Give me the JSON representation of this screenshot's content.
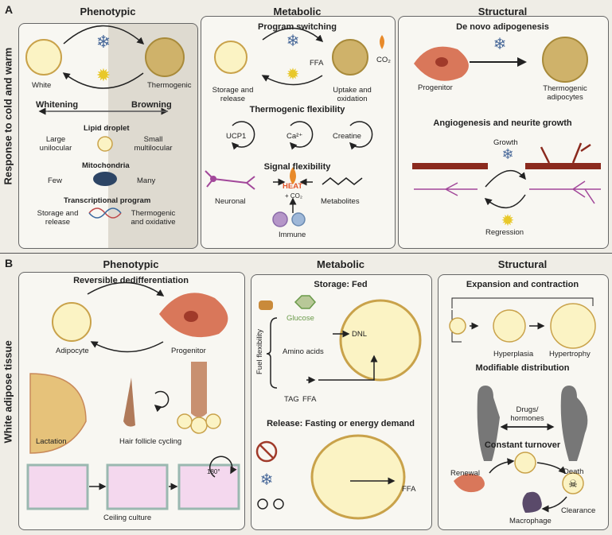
{
  "A": {
    "letter": "A",
    "side": "Response to cold and warm",
    "phenotypic": {
      "title": "Phenotypic",
      "white": "White",
      "thermogenic": "Thermogenic",
      "whitening": "Whitening",
      "browning": "Browning",
      "lipid": "Lipid droplet",
      "large": "Large unilocular",
      "small": "Small multilocular",
      "mito": "Mitochondria",
      "few": "Few",
      "many": "Many",
      "tx": "Transcriptional program",
      "storage": "Storage and release",
      "thermox": "Thermogenic and oxidative"
    },
    "metabolic": {
      "title": "Metabolic",
      "program": "Program switching",
      "ffa": "FFA",
      "co2": "CO₂",
      "storage": "Storage and release",
      "uptake": "Uptake and oxidation",
      "thermo": "Thermogenic flexibility",
      "ucp1": "UCP1",
      "ca": "Ca²⁺",
      "creatine": "Creatine",
      "signal": "Signal flexibility",
      "heat": "HEAT",
      "plusco2": "+ CO₂",
      "neuronal": "Neuronal",
      "metabolites": "Metabolites",
      "immune": "Immune"
    },
    "structural": {
      "title": "Structural",
      "denovo": "De novo adipogenesis",
      "progenitor": "Progenitor",
      "thermad": "Thermogenic adipocytes",
      "angio": "Angiogenesis and neurite growth",
      "growth": "Growth",
      "regression": "Regression"
    }
  },
  "B": {
    "letter": "B",
    "side": "White adipose tissue",
    "phenotypic": {
      "title": "Phenotypic",
      "dediff": "Reversible dedifferentiation",
      "adipocyte": "Adipocyte",
      "progenitor": "Progenitor",
      "lactation": "Lactation",
      "hair": "Hair follicle cycling",
      "ceiling": "Ceiling culture",
      "deg": "180°"
    },
    "metabolic": {
      "title": "Metabolic",
      "storage": "Storage: Fed",
      "glucose": "Glucose",
      "amino": "Amino acids",
      "dnl": "DNL",
      "fuel": "Fuel flexibility",
      "tag": "TAG",
      "ffa": "FFA",
      "release": "Release: Fasting or energy demand",
      "ffa2": "FFA"
    },
    "structural": {
      "title": "Structural",
      "expansion": "Expansion and contraction",
      "hyperplasia": "Hyperplasia",
      "hypertrophy": "Hypertrophy",
      "modifiable": "Modifiable distribution",
      "drugs": "Drugs/ hormones",
      "turnover": "Constant turnover",
      "renewal": "Renewal",
      "death": "Death",
      "clearance": "Clearance",
      "macrophage": "Macrophage"
    }
  },
  "colors": {
    "lipid": "#fbf3c4",
    "brown": "#c9a24a",
    "progenitor": "#d9775a",
    "nerve": "#a2479a",
    "vessel": "#8b2a1e",
    "snow": "#4a6a9a",
    "sun": "#f5dd2a",
    "heat": "#e2552a",
    "glucose": "#6a9a4a"
  }
}
